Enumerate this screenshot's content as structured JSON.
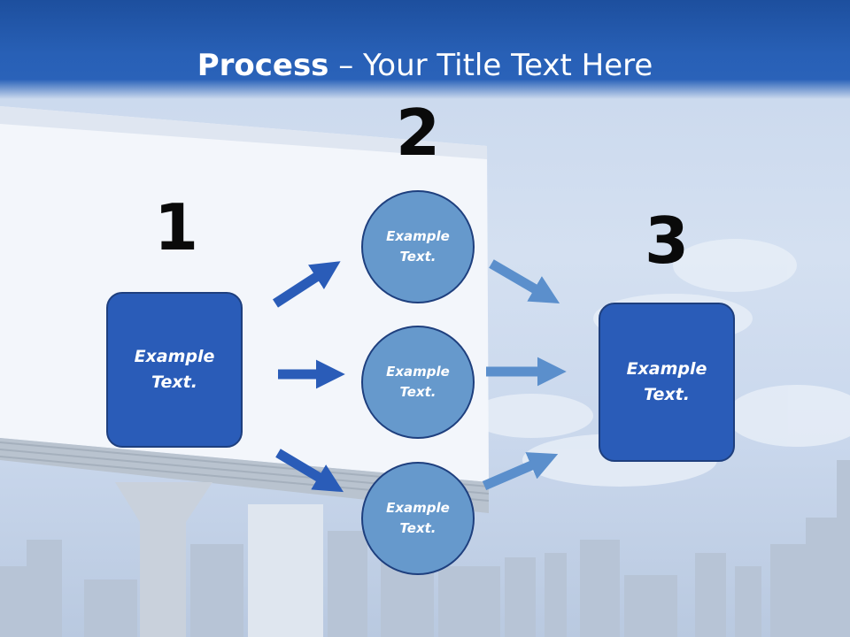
{
  "slide": {
    "title_bold": "Process",
    "title_rest": " – Your Title Text Here"
  },
  "colors": {
    "header_blue": "#2860b6",
    "box_fill": "#2a5cb8",
    "circle_fill": "#6699cc",
    "outline": "#1e3f7e",
    "arrow_dark": "#2a5cb8",
    "arrow_light": "#5b8fcc"
  },
  "steps": {
    "step1": {
      "number": "1",
      "label": "Example\nText."
    },
    "step2": {
      "number": "2",
      "circles": [
        {
          "label": "Example\nText."
        },
        {
          "label": "Example\nText."
        },
        {
          "label": "Example\nText."
        }
      ]
    },
    "step3": {
      "number": "3",
      "label": "Example\nText."
    }
  }
}
